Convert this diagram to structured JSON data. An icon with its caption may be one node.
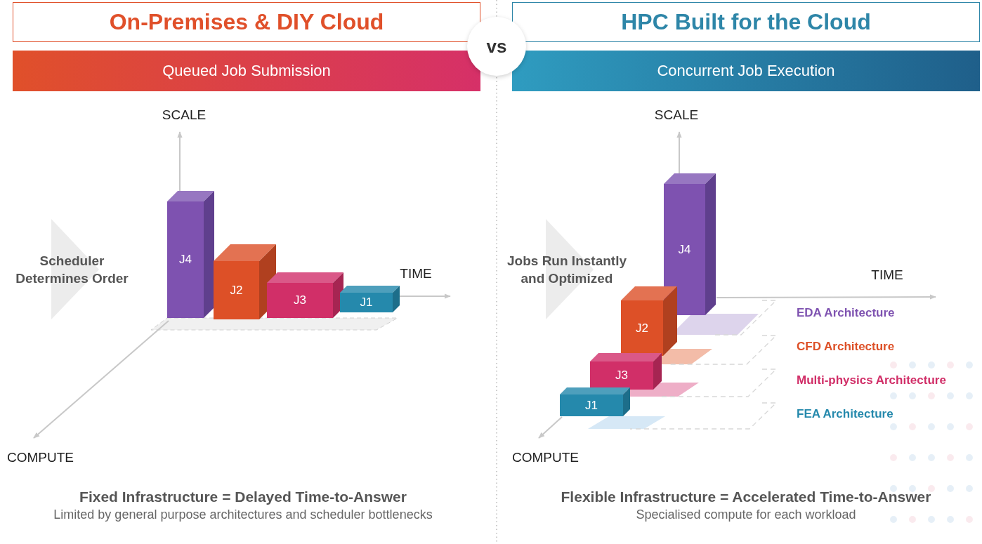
{
  "diagram": {
    "nodes": [
      {
        "text": [
          "On-Premises & DIY Cloud"
        ]
      },
      {
        "text": [
          "vs"
        ]
      },
      {
        "text": [
          "HPC Built for the Cloud"
        ]
      },
      {
        "text": [
          "Queued Job Submission"
        ]
      },
      {
        "text": [
          "Concurrent Job Execution"
        ]
      },
      {
        "text": [
          "Scheduler Determines Order"
        ]
      },
      {
        "text": [
          "J4"
        ]
      },
      {
        "text": [
          "J2"
        ]
      },
      {
        "text": [
          "J3"
        ]
      },
      {
        "text": [
          "J1"
        ]
      },
      {
        "text": [
          "Jobs Run Instantly and Optimized"
        ]
      },
      {
        "text": [
          "J4"
        ]
      },
      {
        "text": [
          "J2"
        ]
      },
      {
        "text": [
          "J3"
        ]
      },
      {
        "text": [
          "J1"
        ]
      }
    ],
    "labels": [
      "SCALE",
      "TIME",
      "COMPUTE",
      "SCALE",
      "TIME",
      "EDA Architecture",
      "CFD Architecture",
      "Multi-physics Architecture",
      "FEA Architecture",
      "COMPUTE",
      "Fixed Infrastructure = Delayed Time-to-Answer",
      "Limited by general purpose architectures and scheduler bottlenecks",
      "Flexible Infrastructure = Accelerated Time-to-Answer",
      "Specialised compute for each workload"
    ]
  }
}
